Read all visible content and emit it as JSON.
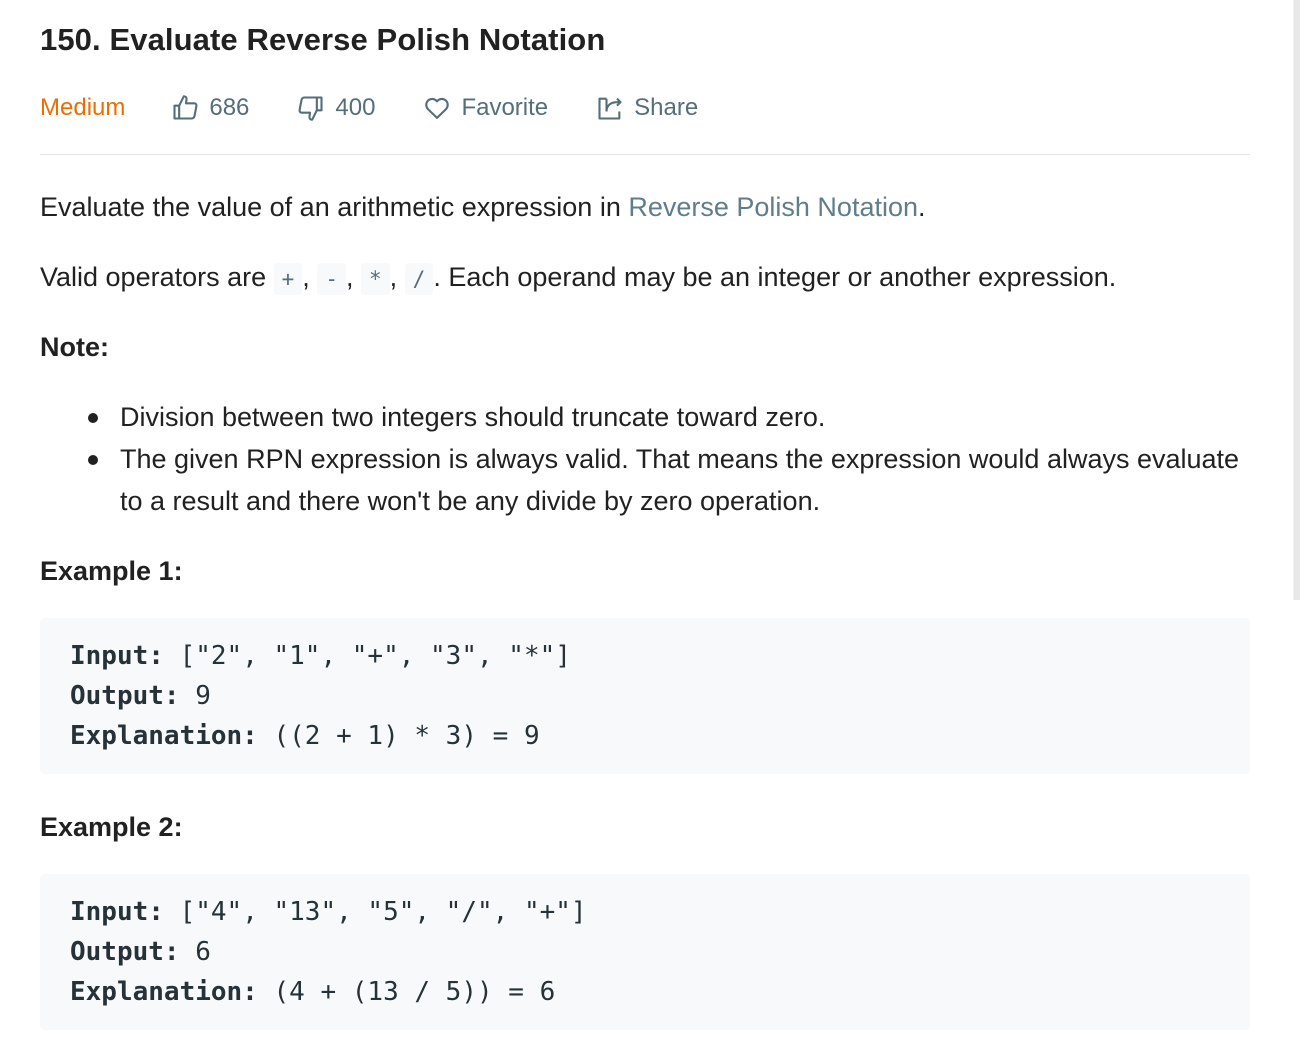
{
  "problem": {
    "title": "150. Evaluate Reverse Polish Notation",
    "difficulty": "Medium",
    "likes": "686",
    "dislikes": "400",
    "favorite_label": "Favorite",
    "share_label": "Share"
  },
  "description": {
    "p1_text": "Evaluate the value of an arithmetic expression in ",
    "p1_link": "Reverse Polish Notation",
    "p1_end": ".",
    "p2_start": "Valid operators are ",
    "operators": [
      "+",
      "-",
      "*",
      "/"
    ],
    "p2_end": ". Each operand may be an integer or another expression.",
    "note_heading": "Note:",
    "notes": [
      "Division between two integers should truncate toward zero.",
      "The given RPN expression is always valid. That means the expression would always evaluate to a result and there won't be any divide by zero operation."
    ]
  },
  "examples": [
    {
      "heading": "Example 1:",
      "input_label": "Input:",
      "input": " [\"2\", \"1\", \"+\", \"3\", \"*\"]",
      "output_label": "Output:",
      "output": " 9",
      "explanation_label": "Explanation:",
      "explanation": " ((2 + 1) * 3) = 9"
    },
    {
      "heading": "Example 2:",
      "input_label": "Input:",
      "input": " [\"4\", \"13\", \"5\", \"/\", \"+\"]",
      "output_label": "Output:",
      "output": " 6",
      "explanation_label": "Explanation:",
      "explanation": " (4 + (13 / 5)) = 6"
    }
  ],
  "colors": {
    "difficulty_medium": "#ef6c00",
    "meta_text": "#546e7a",
    "link": "#607d8b",
    "code_bg": "#f7f9fa"
  },
  "icons": {
    "like": "thumbs-up-icon",
    "dislike": "thumbs-down-icon",
    "favorite": "heart-icon",
    "share": "share-icon"
  }
}
